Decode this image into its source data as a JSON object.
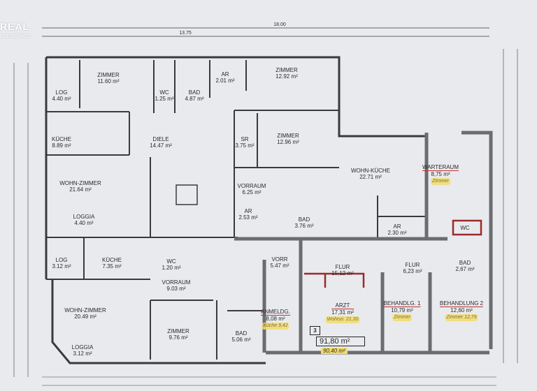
{
  "logo": {
    "line1": "REAL",
    "line2": "immobilien"
  },
  "dimensions": {
    "overall": "18.00",
    "inner": "13.75"
  },
  "colors": {
    "wall": "#3a3a3e",
    "modern_wall": "#6a6c70",
    "highlight": "#f3dc6a",
    "underline": "#c43030",
    "background": "#e9eaee"
  },
  "rooms": [
    {
      "name": "LOG",
      "area": "4.40 m²"
    },
    {
      "name": "ZIMMER",
      "area": "11.60 m²"
    },
    {
      "name": "WC",
      "area": "1.25 m²"
    },
    {
      "name": "BAD",
      "area": "4.87 m²"
    },
    {
      "name": "AR",
      "area": "2.01 m²"
    },
    {
      "name": "ZIMMER",
      "area": "12.92 m²"
    },
    {
      "name": "KÜCHE",
      "area": "8.89 m²"
    },
    {
      "name": "DIELE",
      "area": "14.47 m²"
    },
    {
      "name": "SR",
      "area": "3.75 m²"
    },
    {
      "name": "ZIMMER",
      "area": "12.96 m²"
    },
    {
      "name": "WOHN-ZIMMER",
      "area": "21.64 m²"
    },
    {
      "name": "LOGGIA",
      "area": "4.40 m²"
    },
    {
      "name": "VORRAUM",
      "area": "6.25 m²"
    },
    {
      "name": "AR",
      "area": "2.53 m²"
    },
    {
      "name": "BAD",
      "area": "3.76 m²"
    },
    {
      "name": "WOHN-KÜCHE",
      "area": "22.71 m²"
    },
    {
      "name": "WARTERAUM",
      "area": "8,75 m²",
      "note": "Zimmer"
    },
    {
      "name": "AR",
      "area": "2.30 m²"
    },
    {
      "name": "WC",
      "area": ""
    },
    {
      "name": "LOG",
      "area": "3.12 m²"
    },
    {
      "name": "KÜCHE",
      "area": "7.35 m²"
    },
    {
      "name": "WC",
      "area": "1.20 m²"
    },
    {
      "name": "VORR",
      "area": "5.47 m²"
    },
    {
      "name": "FLUR",
      "area": "15,12 m²"
    },
    {
      "name": "FLUR",
      "area": "6,23 m²"
    },
    {
      "name": "BAD",
      "area": "2,67 m²"
    },
    {
      "name": "VORRAUM",
      "area": "9.03 m²"
    },
    {
      "name": "WOHN-ZIMMER",
      "area": "20.49 m²"
    },
    {
      "name": "LOGGIA",
      "area": "3.12 m²"
    },
    {
      "name": "ZIMMER",
      "area": "9.76 m²"
    },
    {
      "name": "BAD",
      "area": "5.06 m²"
    },
    {
      "name": "ANMELDG.",
      "area": "8,08 m²",
      "note": "Küche 9,42"
    },
    {
      "name": "ARZT",
      "area": "17,31 m²",
      "note": "Wohnzi. 21,30"
    },
    {
      "name": "BEHANDLG. 1",
      "area": "10,79 m²",
      "note": "Zimmer"
    },
    {
      "name": "BEHANDLUNG 2",
      "area": "12,60 m²",
      "note": "Zimmer 12,79"
    }
  ],
  "unit": {
    "number": "3",
    "area": "91,80 m²",
    "area_corrected": "90,40 m²"
  }
}
